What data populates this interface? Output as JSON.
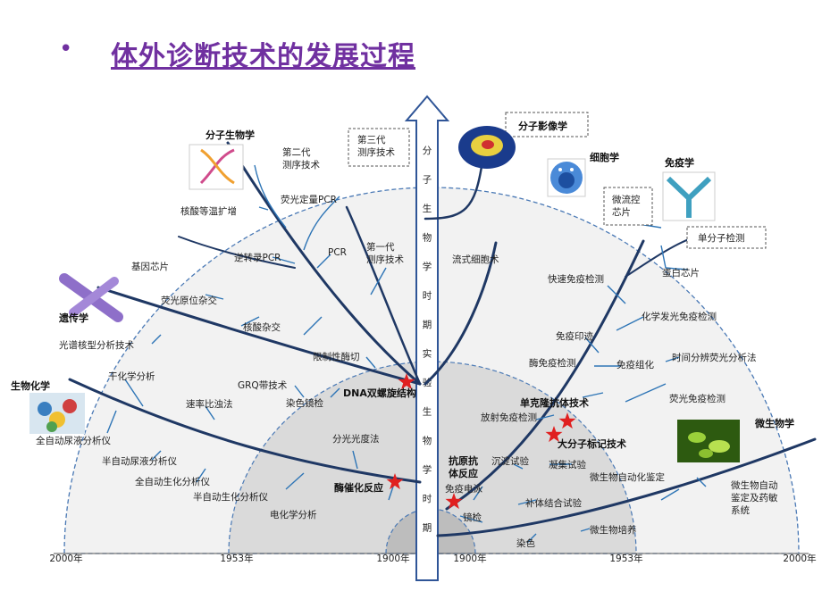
{
  "title": "体外诊断技术的发展过程",
  "bullet": "•",
  "axis": {
    "years": [
      "2000年",
      "1953年",
      "1900年",
      "1900年",
      "1953年",
      "2000年"
    ],
    "vertical_text": "分子生物学时期实验生物学时期"
  },
  "headers": {
    "molecular_biology": "分子生物学",
    "molecular_imaging": "分子影像学",
    "cytology": "细胞学",
    "immunology": "免疫学",
    "genetics": "遗传学",
    "biochemistry": "生物化学",
    "microbiology": "微生物学"
  },
  "left_labels": {
    "second_gen": [
      "第二代",
      "测序技术"
    ],
    "third_gen": [
      "第三代",
      "测序技术"
    ],
    "qpcr": "荧光定量PCR",
    "isothermal": "核酸等温扩增",
    "gene_chip": "基因芯片",
    "rt_pcr": "逆转录PCR",
    "pcr": "PCR",
    "first_gen": [
      "第一代",
      "测序技术"
    ],
    "fish": "荧光原位杂交",
    "hybridization": "核酸杂交",
    "karyotype": "光谱核型分析技术",
    "restriction": "限制性酶切",
    "dry_chem": "干化学分析",
    "grq": "GRQ带技术",
    "dna_helix": "DNA双螺旋结构",
    "rate_turbid": "速率比浊法",
    "staining": "染色镜检",
    "auto_urine": "全自动尿液分析仪",
    "semi_urine": "半自动尿液分析仪",
    "spectro": "分光光度法",
    "auto_biochem": "全自动生化分析仪",
    "enzymatic": "酶催化反应",
    "semi_biochem": "半自动生化分析仪",
    "electrochem": "电化学分析"
  },
  "right_labels": {
    "flow_chip": [
      "微流控",
      "芯片"
    ],
    "small_molecule": "单分子检测",
    "flow_cytometry": "流式细胞术",
    "protein_chip": "蛋白芯片",
    "rapid_immuno": "快速免疫检测",
    "chemilum": "化学发光免疫检测",
    "immunoblot": "免疫印迹",
    "eia": "酶免疫检测",
    "ihc": "免疫组化",
    "trfia": "时间分辨荧光分析法",
    "mab": "单克隆抗体技术",
    "fia": "荧光免疫检测",
    "ria": "放射免疫检测",
    "macro_label": "大分子标记技术",
    "antigen_antibody": [
      "抗原抗",
      "体反应"
    ],
    "precipitation": "沉淀试验",
    "agglutination": "凝集试验",
    "electrophoresis": "免疫电泳",
    "auto_identify": "微生物自动化鉴定",
    "micro_auto": [
      "微生物自动",
      "鉴定及药敏",
      "系统"
    ],
    "complement": "补体结合试验",
    "microscopy": "镜检",
    "culture": "微生物培养",
    "stain": "染色"
  },
  "colors": {
    "title": "#7030a0",
    "branch": "#1f3864",
    "twig": "#2e75b6",
    "star": "#e02020",
    "arrow": "#2f5597"
  }
}
